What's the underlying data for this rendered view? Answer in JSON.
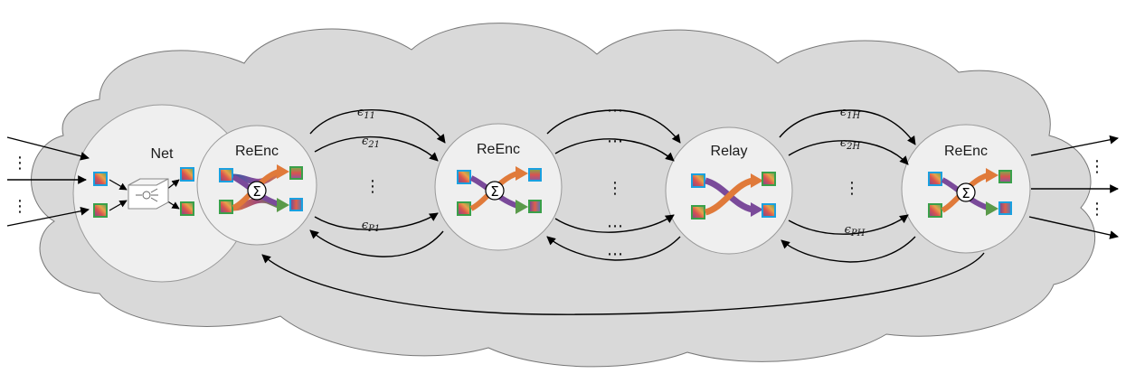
{
  "nodes": [
    {
      "label": "Net"
    },
    {
      "label": "ReEnc"
    },
    {
      "label": "ReEnc"
    },
    {
      "label": "Relay"
    },
    {
      "label": "ReEnc"
    }
  ],
  "sum_symbol": "Σ",
  "edge_labels": {
    "stage1_top": "ϵ11",
    "stage1_mid": "ϵ21",
    "stage1_bottom": "ϵP1",
    "stage3_top": "ϵ1H",
    "stage3_mid": "ϵ2H",
    "stage3_bottom": "ϵPH"
  },
  "ellipsis_h": "⋯",
  "ellipsis_v": "⋮"
}
